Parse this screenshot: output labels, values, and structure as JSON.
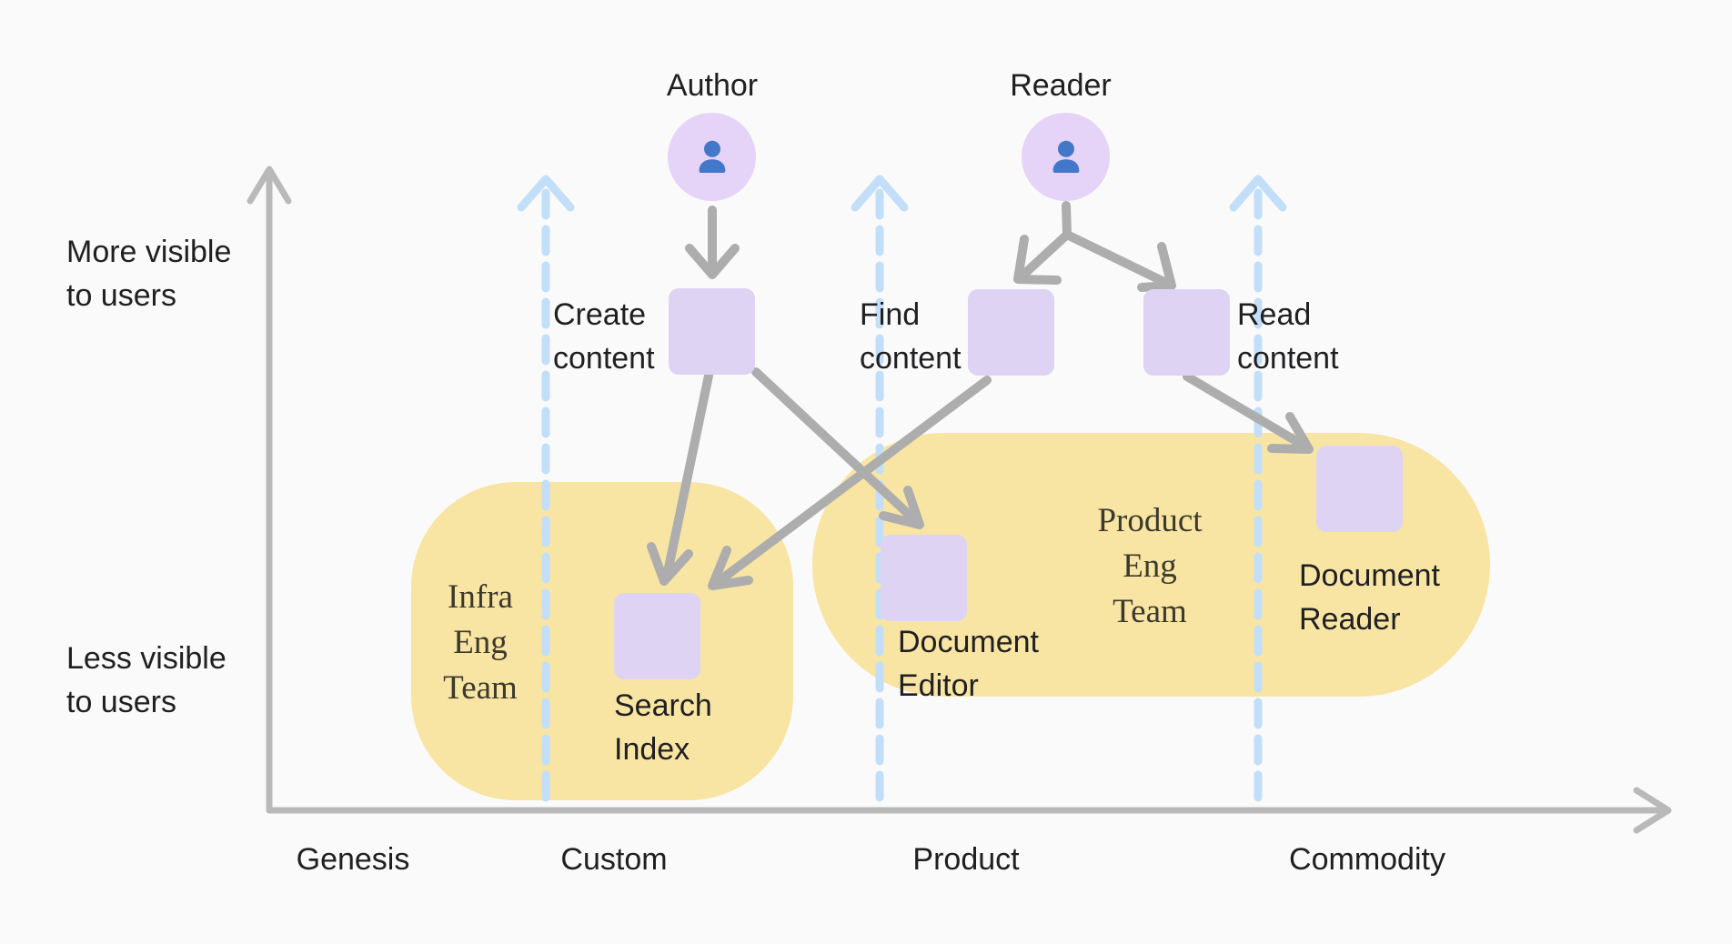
{
  "colors": {
    "background": "#FAFAFA",
    "team_region": "#F8E5A3",
    "component_box": "#DFD3F4",
    "actor_circle": "#E5D3F8",
    "actor_person_blue": "#4377CA",
    "arrow_gray": "#ADADAD",
    "axis_gray": "#B9B9B9",
    "evolution_dashed_blue": "#C2DEF8",
    "label_text": "#202023",
    "team_text": "#3C392E"
  },
  "y_axis": {
    "top_label": {
      "line1": "More visible",
      "line2": "to users"
    },
    "bottom_label": {
      "line1": "Less visible",
      "line2": "to users"
    }
  },
  "x_axis": {
    "stages": [
      "Genesis",
      "Custom",
      "Product",
      "Commodity"
    ]
  },
  "actors": {
    "author": {
      "label": "Author"
    },
    "reader": {
      "label": "Reader"
    }
  },
  "components": {
    "create": {
      "line1": "Create",
      "line2": "content"
    },
    "find": {
      "line1": "Find",
      "line2": "content"
    },
    "read": {
      "line1": "Read",
      "line2": "content"
    },
    "search_index": {
      "line1": "Search",
      "line2": "Index"
    },
    "document_editor": {
      "line1": "Document",
      "line2": "Editor"
    },
    "document_reader": {
      "line1": "Document",
      "line2": "Reader"
    }
  },
  "teams": {
    "infra": {
      "line1": "Infra",
      "line2": "Eng",
      "line3": "Team"
    },
    "product": {
      "line1": "Product",
      "line2": "Eng",
      "line3": "Team"
    }
  }
}
